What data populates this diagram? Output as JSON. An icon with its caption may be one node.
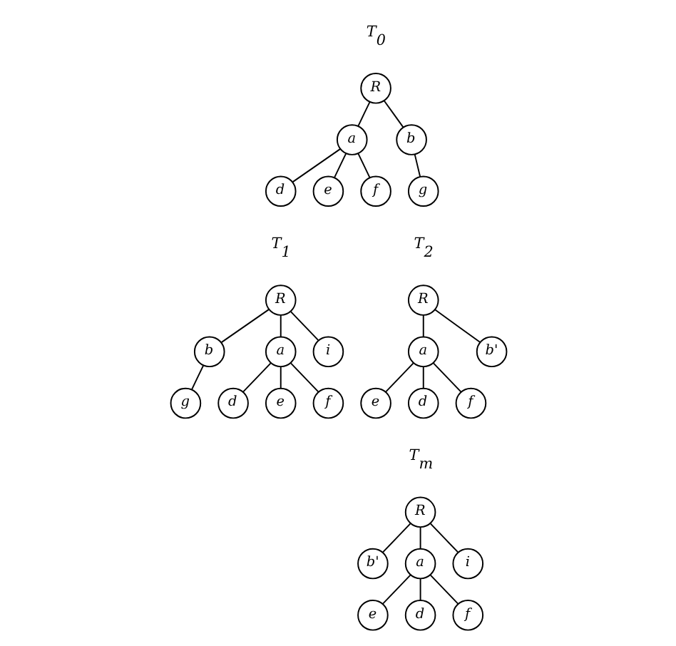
{
  "diagram": {
    "nodes": [
      {
        "text": [
          "R"
        ],
        "beside": [
          "T$_{0}$"
        ]
      },
      {
        "text": [
          "a"
        ]
      },
      {
        "text": [
          "b"
        ]
      },
      {
        "text": [
          "d"
        ]
      },
      {
        "text": [
          "e"
        ]
      },
      {
        "text": [
          "f"
        ]
      },
      {
        "text": [
          "g"
        ]
      },
      {
        "text": [
          "R"
        ],
        "beside": [
          "T$_{1}$"
        ]
      },
      {
        "text": [
          "b"
        ]
      },
      {
        "text": [
          "a"
        ]
      },
      {
        "text": [
          "i"
        ]
      },
      {
        "text": [
          "g"
        ]
      },
      {
        "text": [
          "d"
        ]
      },
      {
        "text": [
          "e"
        ]
      },
      {
        "text": [
          "f"
        ]
      },
      {
        "text": [
          "R"
        ],
        "beside": [
          "T$_{2}$"
        ]
      },
      {
        "text": [
          "a"
        ]
      },
      {
        "text": [
          "b'"
        ]
      },
      {
        "text": [
          "e"
        ]
      },
      {
        "text": [
          "d"
        ]
      },
      {
        "text": [
          "f"
        ]
      },
      {
        "text": [
          "R"
        ],
        "beside": [
          "T$_{m}$"
        ]
      },
      {
        "text": [
          "b'"
        ]
      },
      {
        "text": [
          "a"
        ]
      },
      {
        "text": [
          "i"
        ]
      },
      {
        "text": [
          "e"
        ]
      },
      {
        "text": [
          "d"
        ]
      },
      {
        "text": [
          "f"
        ]
      }
    ],
    "edges": [
      {
        "from": 0,
        "to": 1,
        "arrow": "none"
      },
      {
        "from": 0,
        "to": 2,
        "arrow": "none"
      },
      {
        "from": 1,
        "to": 3,
        "arrow": "none"
      },
      {
        "from": 1,
        "to": 4,
        "arrow": "none"
      },
      {
        "from": 1,
        "to": 5,
        "arrow": "none"
      },
      {
        "from": 2,
        "to": 6,
        "arrow": "none"
      },
      {
        "from": 7,
        "to": 8,
        "arrow": "none"
      },
      {
        "from": 7,
        "to": 9,
        "arrow": "none"
      },
      {
        "from": 7,
        "to": 10,
        "arrow": "none"
      },
      {
        "from": 8,
        "to": 11,
        "arrow": "none"
      },
      {
        "from": 9,
        "to": 12,
        "arrow": "none"
      },
      {
        "from": 9,
        "to": 13,
        "arrow": "none"
      },
      {
        "from": 9,
        "to": 14,
        "arrow": "none"
      },
      {
        "from": 15,
        "to": 16,
        "arrow": "none"
      },
      {
        "from": 15,
        "to": 17,
        "arrow": "none"
      },
      {
        "from": 16,
        "to": 18,
        "arrow": "none"
      },
      {
        "from": 16,
        "to": 19,
        "arrow": "none"
      },
      {
        "from": 16,
        "to": 20,
        "arrow": "none"
      },
      {
        "from": 21,
        "to": 22,
        "arrow": "none"
      },
      {
        "from": 21,
        "to": 23,
        "arrow": "none"
      },
      {
        "from": 21,
        "to": 24,
        "arrow": "none"
      },
      {
        "from": 23,
        "to": 25,
        "arrow": "none"
      },
      {
        "from": 23,
        "to": 26,
        "arrow": "none"
      },
      {
        "from": 23,
        "to": 27,
        "arrow": "none"
      }
    ]
  }
}
